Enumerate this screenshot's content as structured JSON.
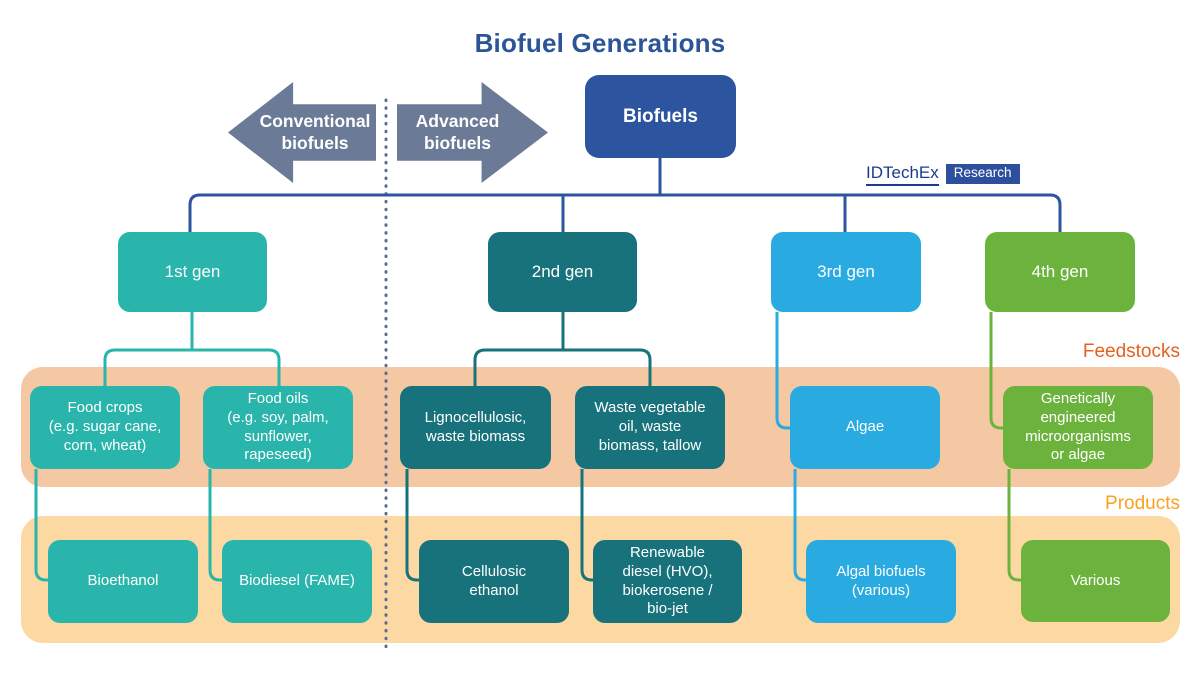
{
  "title": "Biofuel Generations",
  "arrows": {
    "left": "Conventional\nbiofuels",
    "right": "Advanced\nbiofuels"
  },
  "root_label": "Biofuels",
  "logo": {
    "brand": "IDTechEx",
    "division": "Research"
  },
  "band_labels": {
    "feedstocks": "Feedstocks",
    "products": "Products"
  },
  "generations": [
    {
      "label": "1st gen",
      "color": "#29b5ab",
      "feedstocks": [
        "Food crops\n(e.g. sugar cane,\ncorn, wheat)",
        "Food oils\n(e.g. soy, palm,\nsunflower,\nrapeseed)"
      ],
      "products": [
        "Bioethanol",
        "Biodiesel (FAME)"
      ]
    },
    {
      "label": "2nd gen",
      "color": "#17727b",
      "feedstocks": [
        "Lignocellulosic,\nwaste biomass",
        "Waste vegetable\noil, waste\nbiomass, tallow"
      ],
      "products": [
        "Cellulosic\nethanol",
        "Renewable\ndiesel (HVO),\nbiokerosene /\nbio-jet"
      ]
    },
    {
      "label": "3rd gen",
      "color": "#29abe2",
      "feedstocks": [
        "Algae"
      ],
      "products": [
        "Algal biofuels\n(various)"
      ]
    },
    {
      "label": "4th gen",
      "color": "#6cb33e",
      "feedstocks": [
        "Genetically\nengineered\nmicroorganisms\nor algae"
      ],
      "products": [
        "Various"
      ]
    }
  ],
  "colors": {
    "root_blue": "#2d549e",
    "connector_blue": "#2d549e",
    "arrow_gray": "#6b7a96",
    "gen1_teal": "#29b5ab",
    "gen2_dark_teal": "#17727b",
    "gen3_light_blue": "#29abe2",
    "gen4_green": "#6cb33e",
    "feedstocks_band": "#f3c8a3",
    "products_band": "#fcd9a2",
    "feedstocks_label": "#e4621d",
    "products_label": "#f9a21e",
    "title_blue": "#2b5597",
    "dotted_divider": "#5c6c8e"
  }
}
